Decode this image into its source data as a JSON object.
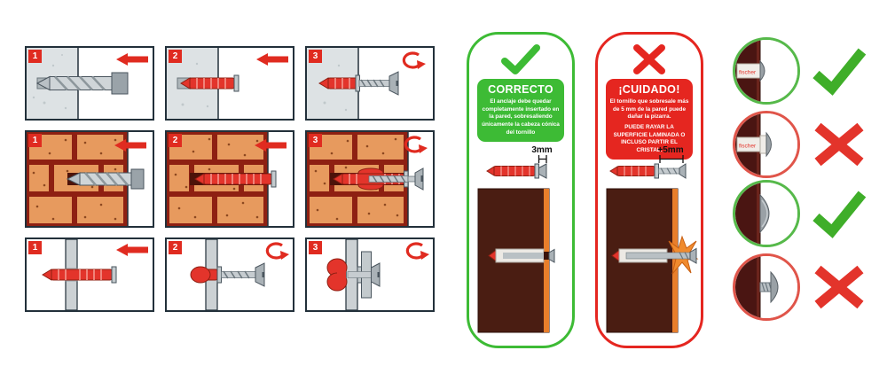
{
  "steps": {
    "rows": [
      {
        "surface": "solid-wall",
        "panels": [
          {
            "num": "1"
          },
          {
            "num": "2"
          },
          {
            "num": "3"
          }
        ]
      },
      {
        "surface": "brick-wall",
        "panels": [
          {
            "num": "1"
          },
          {
            "num": "2"
          },
          {
            "num": "3"
          }
        ]
      },
      {
        "surface": "hollow-wall",
        "panels": [
          {
            "num": "1"
          },
          {
            "num": "2"
          },
          {
            "num": "3"
          }
        ]
      }
    ]
  },
  "correct_card": {
    "title": "CORRECTO",
    "body": "El anclaje debe quedar completamente insertado en la pared, sobresaliendo únicamente la cabeza cónica del tornillo",
    "measure": "3mm"
  },
  "warning_card": {
    "title": "¡CUIDADO!",
    "body": "El tornillo que sobresale más de 5 mm de la pared puede dañar la pizarra.",
    "emphasis": "PUEDE RAYAR LA SUPERFICIE LAMINADA O INCLUSO PARTIR EL CRISTAL.",
    "measure": "+5mm"
  },
  "examples": [
    {
      "result": "correct",
      "brand": "fischer"
    },
    {
      "result": "wrong",
      "brand": "fischer"
    },
    {
      "result": "correct"
    },
    {
      "result": "wrong"
    }
  ],
  "colors": {
    "accent_red": "#e02b20",
    "anchor_red": "#e3342b",
    "correct_green": "#3dbb35",
    "warning_red": "#e52620",
    "check_green": "#3fae29",
    "wall_brown": "#4a1d12",
    "laminate_orange": "#e87e2b"
  }
}
